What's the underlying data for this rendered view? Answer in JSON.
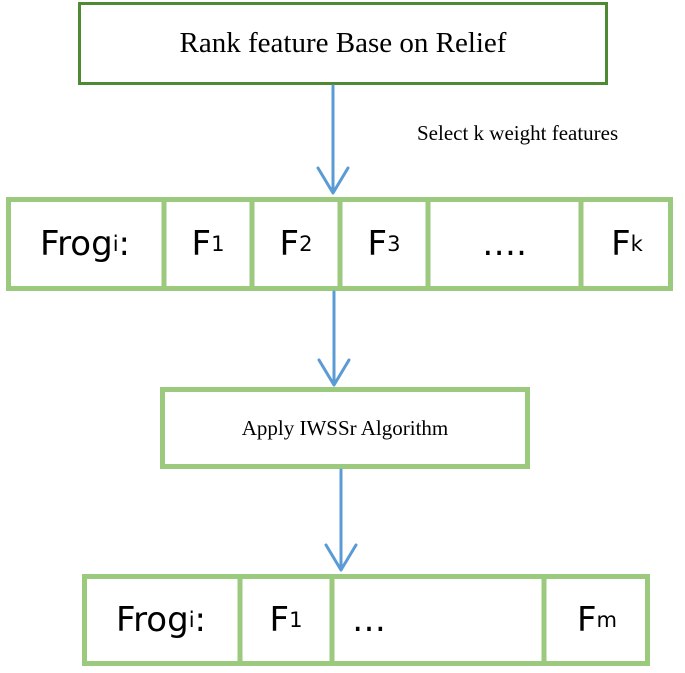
{
  "colors": {
    "box_border": "#9bc97d",
    "top_box_border": "#4e8a34",
    "arrow": "#5b9bd5",
    "text": "#000000"
  },
  "top_box": {
    "label": "Rank feature Base on Relief"
  },
  "annotation": {
    "label": "Select k weight features"
  },
  "row1": {
    "cells": [
      {
        "main": "Frog",
        "sub": "i",
        "suffix": ":"
      },
      {
        "main": "F",
        "sub": "1",
        "suffix": ""
      },
      {
        "main": "F",
        "sub": "2",
        "suffix": ""
      },
      {
        "main": "F",
        "sub": "3",
        "suffix": ""
      },
      {
        "main": "….",
        "sub": "",
        "suffix": ""
      },
      {
        "main": "F",
        "sub": "k",
        "suffix": ""
      }
    ]
  },
  "mid_box": {
    "label": "Apply IWSSr Algorithm"
  },
  "row2": {
    "cells": [
      {
        "main": "Frog",
        "sub": "i",
        "suffix": ":"
      },
      {
        "main": "F",
        "sub": "1",
        "suffix": ""
      },
      {
        "main": "…",
        "sub": "",
        "suffix": ""
      },
      {
        "main": "F",
        "sub": "m",
        "suffix": ""
      }
    ]
  }
}
